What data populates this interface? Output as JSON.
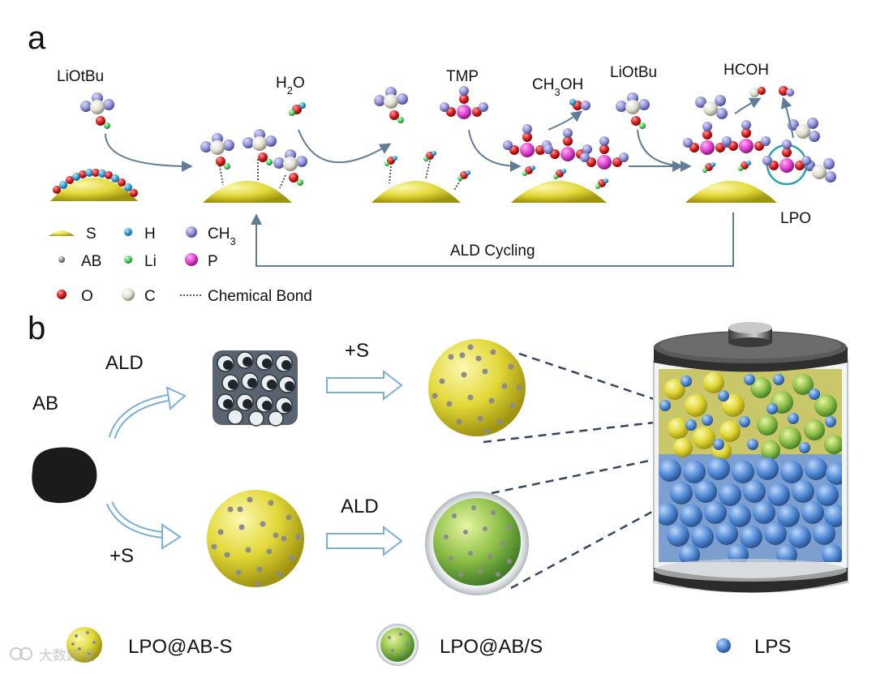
{
  "panel_a": {
    "label": "a",
    "reagents": {
      "liotbu_1": "LiOtBu",
      "h2o": "H2O",
      "tmp": "TMP",
      "ch3oh": "CH3OH",
      "liotbu_2": "LiOtBu",
      "hcoh": "HCOH",
      "lpo": "LPO"
    },
    "cycle_label": "ALD Cycling",
    "legend": {
      "s": "S",
      "h": "H",
      "ch3": "CH3",
      "ab": "AB",
      "li": "Li",
      "p": "P",
      "o": "O",
      "c": "C",
      "bond": "Chemical Bond"
    }
  },
  "panel_b": {
    "label": "b",
    "ab": "AB",
    "ald_top": "ALD",
    "s_top": "+S",
    "s_bottom": "+S",
    "ald_bottom": "ALD"
  },
  "bottom_legend": {
    "lpo_ab_s": "LPO@AB-S",
    "lpo_ab_slash_s": "LPO@AB/S",
    "lps": "LPS"
  },
  "watermark": "大数跨境",
  "colors": {
    "sulfur": "#e6df3a",
    "ab": "#8c8c8c",
    "hydrogen": "#2f9fd6",
    "ch3": "#8e8fd6",
    "oxygen": "#d61c1c",
    "lithium": "#4fd15b",
    "phosphorus": "#e040d0",
    "carbon": "#e8e6d8",
    "lps": "#4f88d6",
    "arrow": "#5f7d99"
  }
}
